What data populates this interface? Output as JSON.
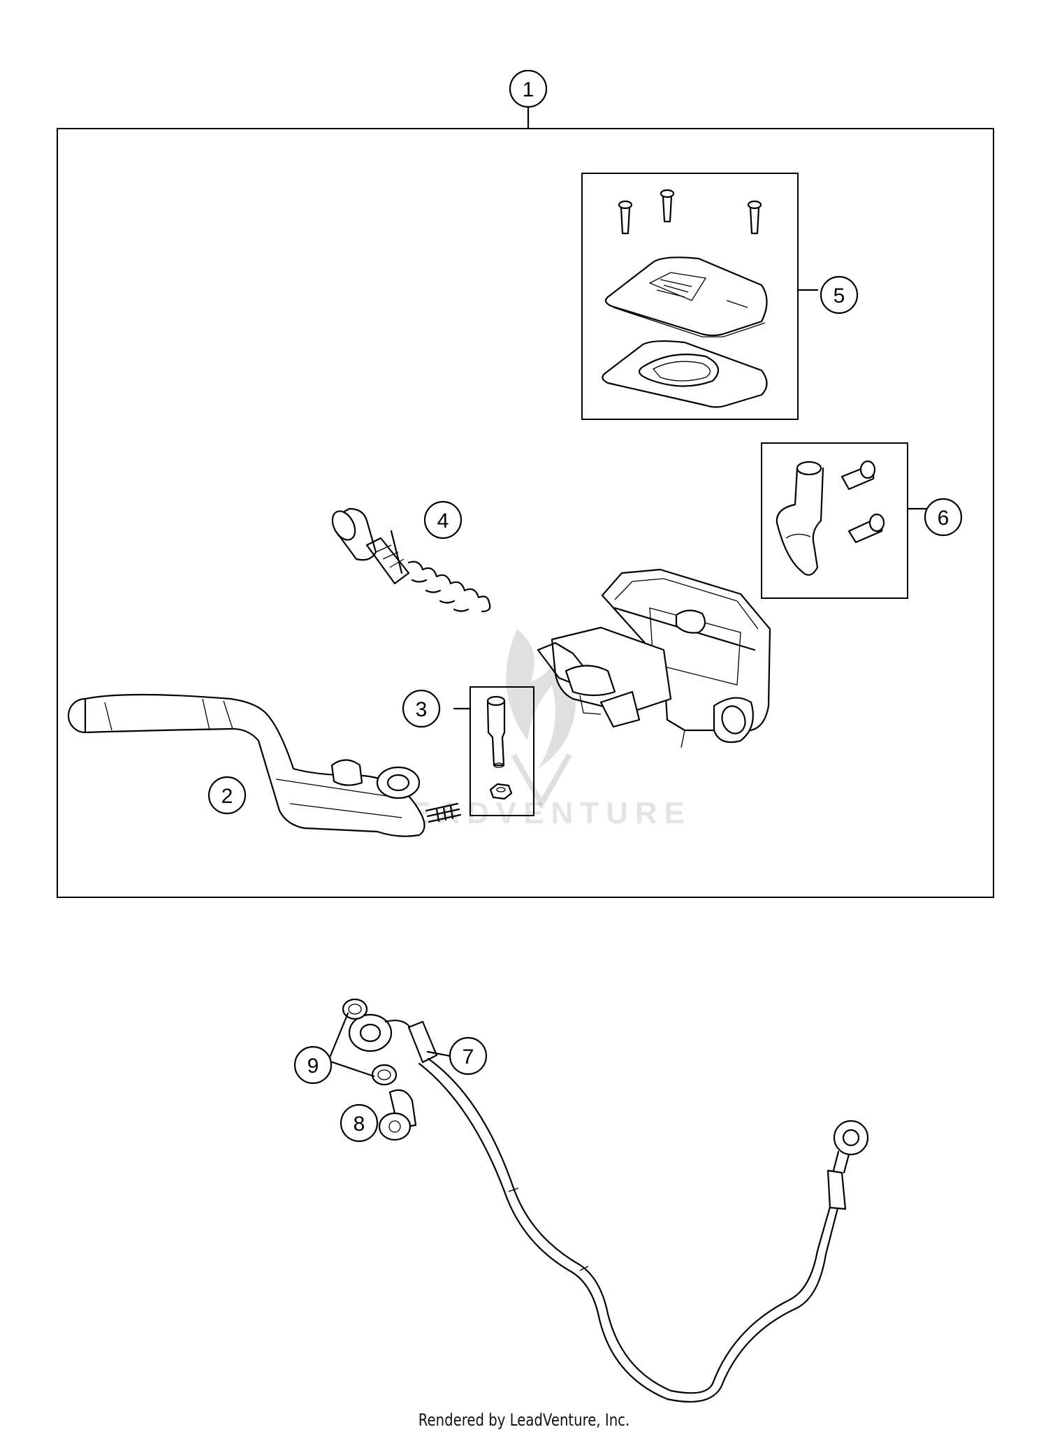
{
  "callouts": [
    {
      "id": "1",
      "label": "1"
    },
    {
      "id": "2",
      "label": "2"
    },
    {
      "id": "3",
      "label": "3"
    },
    {
      "id": "4",
      "label": "4"
    },
    {
      "id": "5",
      "label": "5"
    },
    {
      "id": "6",
      "label": "6"
    },
    {
      "id": "7",
      "label": "7"
    },
    {
      "id": "8",
      "label": "8"
    },
    {
      "id": "9",
      "label": "9"
    }
  ],
  "watermark": {
    "text": "LEADVENTURE"
  },
  "footer": {
    "text": "Rendered by LeadVenture, Inc."
  }
}
